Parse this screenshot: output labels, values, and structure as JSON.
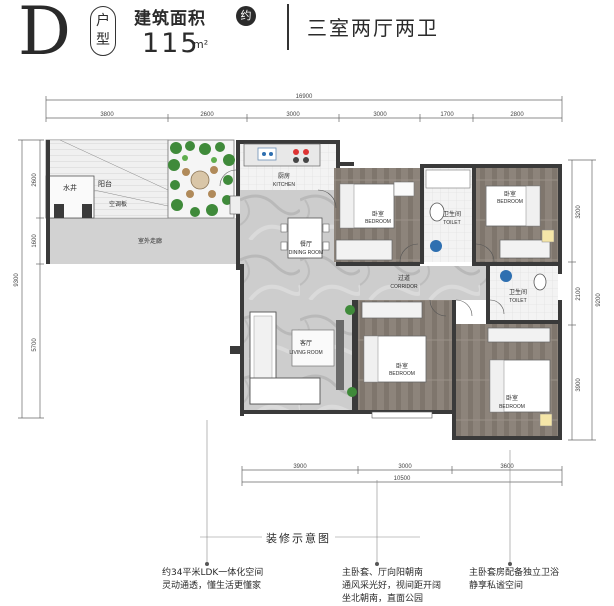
{
  "header": {
    "letter": "D",
    "type_line1": "户",
    "type_line2": "型",
    "area_label": "建筑面积",
    "approx": "约",
    "area_value": "115",
    "area_unit": "m²",
    "layout": "三室两厅两卫"
  },
  "dimensions": {
    "overall_top": "16900",
    "top_segments": [
      "3800",
      "2600",
      "3000",
      "3000",
      "1700",
      "2800"
    ],
    "left_segments": [
      "2600",
      "1600",
      "5700"
    ],
    "left_total": "9300",
    "right_segments": [
      "3200",
      "2100",
      "3900"
    ],
    "right_total": "9200",
    "bottom_segments": [
      "3900",
      "3000",
      "3600"
    ],
    "overall_bottom": "10500"
  },
  "rooms": {
    "balcony": "阳台",
    "water_well": "水井",
    "air_con_board": "空调板",
    "outdoor_corridor": "室外走廊",
    "kitchen_cn": "厨房",
    "kitchen_en": "KITCHEN",
    "dining_cn": "餐厅",
    "dining_en": "DINING ROOM",
    "living_cn": "客厅",
    "living_en": "LIVING ROOM",
    "corridor_cn": "过道",
    "corridor_en": "CORRIDOR",
    "bedroom_cn": "卧室",
    "bedroom_en": "BEDROOM",
    "toilet_cn": "卫生间",
    "toilet_en": "TOILET"
  },
  "captions": {
    "decoration": "装修示意图",
    "left": [
      "约34平米LDK一体化空间",
      "灵动通透，懂生活更懂家"
    ],
    "middle": [
      "主卧套、厅向阳朝南",
      "通风采光好，视间距开阔",
      "坐北朝南，直面公园"
    ],
    "right": [
      "主卧套房配备独立卫浴",
      "静享私谧空间"
    ]
  },
  "colors": {
    "wall": "#3a3a3a",
    "floor_stone": "#cfcfcf",
    "wood": "#8b8178",
    "dim_line": "#555555",
    "greenery": "#3f8a3a"
  }
}
